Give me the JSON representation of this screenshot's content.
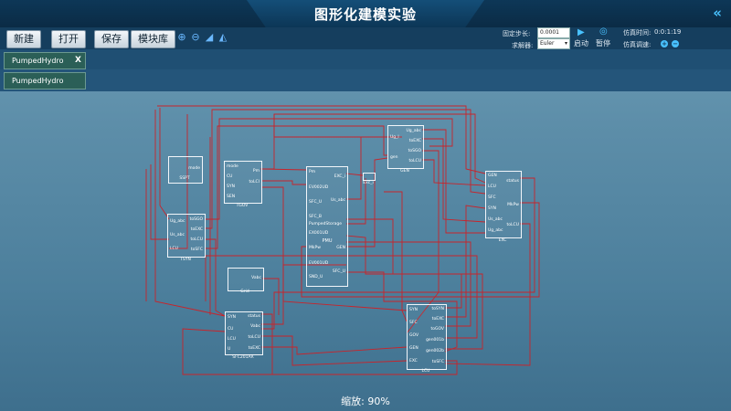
{
  "app": {
    "title": "图形化建模实验",
    "zoom_label": "缩放: 90%"
  },
  "toolbar": {
    "new": "新建",
    "open": "打开",
    "save": "保存",
    "library": "模块库"
  },
  "controls": {
    "step_label": "固定步长:",
    "step_value": "0.0001",
    "solver_label": "求解器:",
    "solver_value": "Euler",
    "start": "启动",
    "pause": "暂停",
    "sim_time_label": "仿真时间:",
    "sim_time": "0:0:1:19",
    "sim_speed_label": "仿真调速:"
  },
  "tabs": [
    {
      "label": "PumpedHydro",
      "close": "X"
    },
    {
      "label": "PumpedHydro"
    }
  ],
  "colors": {
    "wire": "#c8242b",
    "block_border": "#f2f6fa",
    "accent": "#49c2ff"
  },
  "blocks": {
    "sspt": {
      "name": "SSPT",
      "ports_out": [
        "mode"
      ]
    },
    "tgov": {
      "name": "TGOV",
      "ports_in": [
        "mode",
        "CU",
        "SYN",
        "SEN"
      ],
      "ports_out": [
        "Pm",
        "toLCI"
      ]
    },
    "tsyn": {
      "name": "TSYN",
      "ports_in": [
        "Ug_abc",
        "Us_abc",
        "LCU"
      ],
      "ports_out": [
        "toSGO",
        "toEXC",
        "toLCU",
        "toSFC"
      ]
    },
    "pmu": {
      "name": "PMU",
      "ports_in": [
        "Pm",
        "EV002UD",
        "SFC_U",
        "SFC_B",
        "PumpedStorage",
        "EX001UD",
        "MkPw",
        "EV001UD",
        "SND_U"
      ],
      "ports_out": [
        "EXC_i",
        "Us_abc",
        "GEN",
        "SFC_U"
      ]
    },
    "exc_t": {
      "name": "Exc_i"
    },
    "gen": {
      "name": "GEN",
      "ports_in": [
        "Ug_l",
        "gen"
      ],
      "ports_out": [
        "Ug_abc",
        "toEXC",
        "toSGO",
        "toLCU"
      ]
    },
    "exc": {
      "name": "EXC",
      "ports_in": [
        "GEN",
        "LCU",
        "SFC",
        "SYN",
        "Us_abc",
        "Ug_abc"
      ],
      "ports_out": [
        "status",
        "MkPw",
        "toLCU"
      ]
    },
    "grid": {
      "name": "Grid",
      "ports_out": [
        "Vabc"
      ]
    },
    "sfc": {
      "name": "SFC201AR",
      "ports_in": [
        "SYN",
        "CU",
        "LCU",
        "U"
      ],
      "ports_out": [
        "status",
        "Vabc",
        "toLCU",
        "toEXC"
      ]
    },
    "lcu": {
      "name": "LCU",
      "ports_in": [
        "SYN",
        "SFC",
        "GOV",
        "GEN",
        "EXC"
      ],
      "ports_out": [
        "toSYN",
        "toEXC",
        "toGOV",
        "gen001b",
        "gen002b",
        "toSFC"
      ]
    }
  }
}
